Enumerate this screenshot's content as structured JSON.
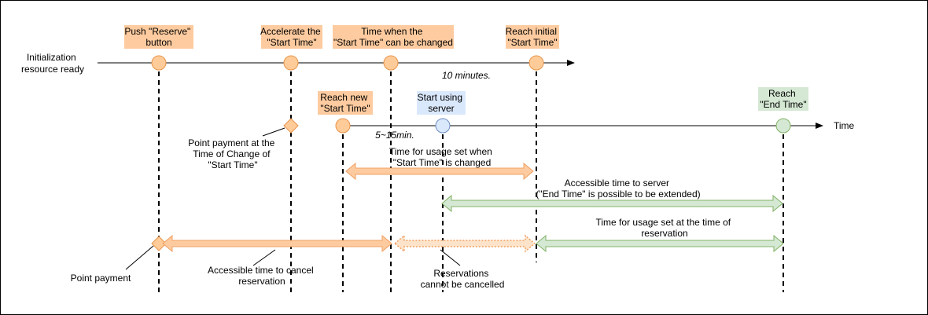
{
  "labels": {
    "init": [
      "Initialization",
      "resource ready"
    ],
    "push_reserve": [
      "Push \"Reserve\"",
      "button"
    ],
    "accelerate": [
      "Accelerate the",
      "\"Start Time\""
    ],
    "time_changed": [
      "Time when the",
      "\"Start Time\" can be changed"
    ],
    "reach_initial": [
      "Reach initial",
      "\"Start Time\""
    ],
    "ten_min": "10 minutes.",
    "reach_new": [
      "Reach new",
      "\"Start Time\""
    ],
    "start_using": [
      "Start using",
      "server"
    ],
    "reach_end": [
      "Reach",
      "\"End Time\""
    ],
    "time_axis": "Time",
    "five_fifteen": "5~15min.",
    "point_payment_change": [
      "Point payment at the",
      "Time of Change of",
      "\"Start Time\""
    ],
    "usage_changed": [
      "Time for usage set when",
      "\"Start Time\" is changed"
    ],
    "accessible_server": [
      "Accessible time to server",
      "(\"End Time\" is possible to be extended)"
    ],
    "usage_reservation": [
      "Time for usage set at the time of",
      "reservation"
    ],
    "point_payment": "Point payment",
    "cancel_time": [
      "Accessible time to cancel",
      "reservation"
    ],
    "cannot_cancel": [
      "Reservations",
      "cannot be cancelled"
    ]
  },
  "colors": {
    "orange_fill": "#fdcb9f",
    "orange_stroke": "#f0a064",
    "orange_node": "#ffcc99",
    "orange_node_stroke": "#e8944a",
    "blue_fill": "#dae8fc",
    "blue_stroke": "#6c8ebf",
    "green_fill": "#d5e8d4",
    "green_stroke": "#82b366"
  }
}
